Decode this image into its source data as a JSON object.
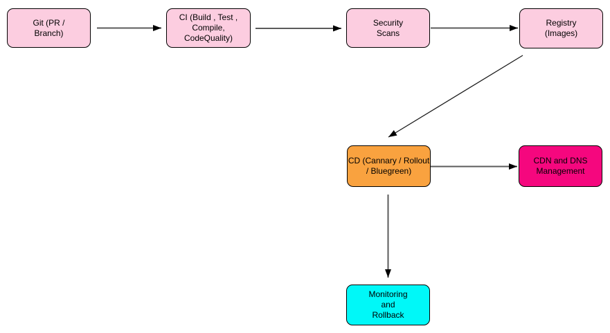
{
  "diagram": {
    "type": "flowchart",
    "background": "#ffffff",
    "nodes": [
      {
        "id": "git",
        "label": "Git (PR /\nBranch)",
        "fill": "#FCCDE0",
        "stroke": "#000000",
        "text_color": "#000000"
      },
      {
        "id": "ci",
        "label": "CI (Build , Test ,\nCompile, CodeQuality)",
        "fill": "#FCCDE0",
        "stroke": "#000000",
        "text_color": "#000000"
      },
      {
        "id": "security-scans",
        "label": "Security\nScans",
        "fill": "#FCCDE0",
        "stroke": "#000000",
        "text_color": "#000000"
      },
      {
        "id": "registry",
        "label": "Registry\n(Images)",
        "fill": "#FCCDE0",
        "stroke": "#000000",
        "text_color": "#000000"
      },
      {
        "id": "cd",
        "label": "CD (Cannary / Rollout\n/ Bluegreen)",
        "fill": "#F9A23F",
        "stroke": "#000000",
        "text_color": "#000000"
      },
      {
        "id": "cdn-dns",
        "label": "CDN and DNS\nManagement",
        "fill": "#F5077E",
        "stroke": "#000000",
        "text_color": "#000000"
      },
      {
        "id": "monitoring",
        "label": "Monitoring\nand\nRollback",
        "fill": "#00F8F8",
        "stroke": "#000000",
        "text_color": "#000000"
      }
    ],
    "edges": [
      {
        "from": "git",
        "to": "ci",
        "style": "straight"
      },
      {
        "from": "ci",
        "to": "security-scans",
        "style": "straight"
      },
      {
        "from": "security-scans",
        "to": "registry",
        "style": "straight"
      },
      {
        "from": "registry",
        "to": "cd",
        "style": "diagonal"
      },
      {
        "from": "cd",
        "to": "cdn-dns",
        "style": "straight"
      },
      {
        "from": "cd",
        "to": "monitoring",
        "style": "straight"
      }
    ],
    "edge_style": {
      "line_color": "#5b5b5b",
      "diagonal_line_color": "#1a1a1a",
      "arrowhead_color": "#000000"
    }
  }
}
